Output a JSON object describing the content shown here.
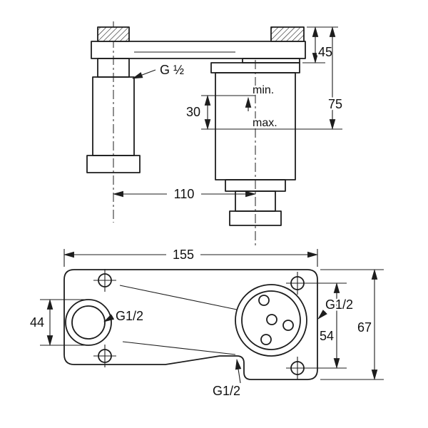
{
  "colors": {
    "line": "#1d1d1d",
    "background": "#ffffff"
  },
  "side_view": {
    "thread_label": "G ½",
    "dim_45": "45",
    "dim_75": "75",
    "dim_30": "30",
    "min_label": "min.",
    "max_label": "max.",
    "dim_110": "110"
  },
  "front_view": {
    "dim_155": "155",
    "dim_44": "44",
    "dim_54": "54",
    "dim_67": "67",
    "thread_left": "G1/2",
    "thread_right": "G1/2",
    "thread_bottom": "G1/2"
  }
}
